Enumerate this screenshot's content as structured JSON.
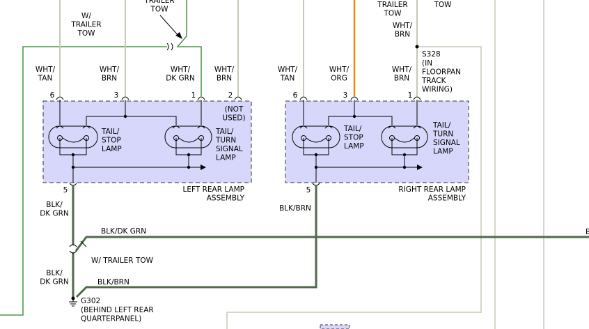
{
  "top_labels": {
    "w_trailer_tow": "W/\nTRAILER\nTOW",
    "trailer_tow_left": "TRAILER\nTOW",
    "trailer_tow_right": "TRAILER\nTOW",
    "tow": "TOW",
    "wht_brn_top": "WHT/\nBRN"
  },
  "splice": {
    "id": "S328",
    "desc": "(IN\nFLOORPAN\nTRACK\nWIRING)"
  },
  "left_assembly": {
    "name": "LEFT REAR LAMP\nASSEMBLY",
    "pins": [
      {
        "num": "6",
        "wire": "WHT/\nTAN"
      },
      {
        "num": "3",
        "wire": "WHT/\nBRN"
      },
      {
        "num": "1",
        "wire": "WHT/\nDK GRN"
      },
      {
        "num": "2",
        "wire": "WHT/\nBRN"
      }
    ],
    "not_used": "(NOT\nUSED)",
    "lamp1": "TAIL/\nSTOP\nLAMP",
    "lamp2": "TAIL/\nTURN\nSIGNAL\nLAMP",
    "ground_pin": "5",
    "ground_wire": "BLK/\nDK GRN"
  },
  "right_assembly": {
    "name": "RIGHT REAR LAMP\nASSEMBLY",
    "pins": [
      {
        "num": "6",
        "wire": "WHT/\nTAN"
      },
      {
        "num": "3",
        "wire": "WHT/\nORG"
      },
      {
        "num": "1",
        "wire": "WHT/\nBRN"
      }
    ],
    "lamp1": "TAIL/\nSTOP\nLAMP",
    "lamp2": "TAIL/\nTURN\nSIGNAL\nLAMP",
    "ground_pin": "5",
    "ground_wire": "BLK/BRN"
  },
  "lower": {
    "blk_dkgrn_run": "BLK/DK GRN",
    "w_trailer_tow": "W/ TRAILER TOW",
    "blk_dkgrn_lower": "BLK/\nDK GRN",
    "blk_brn_run": "BLK/BRN",
    "edge_b": "B"
  },
  "ground": {
    "id": "G302",
    "desc": "(BEHIND LEFT REAR\nQUARTERPANEL)"
  },
  "colors": {
    "assembly_fill": "#d7d7fb",
    "wire_tan": "#c8c7b5",
    "wire_green": "#4c9a4c",
    "wire_dark_green": "#4e6a49",
    "wire_orange": "#ef8a17"
  }
}
